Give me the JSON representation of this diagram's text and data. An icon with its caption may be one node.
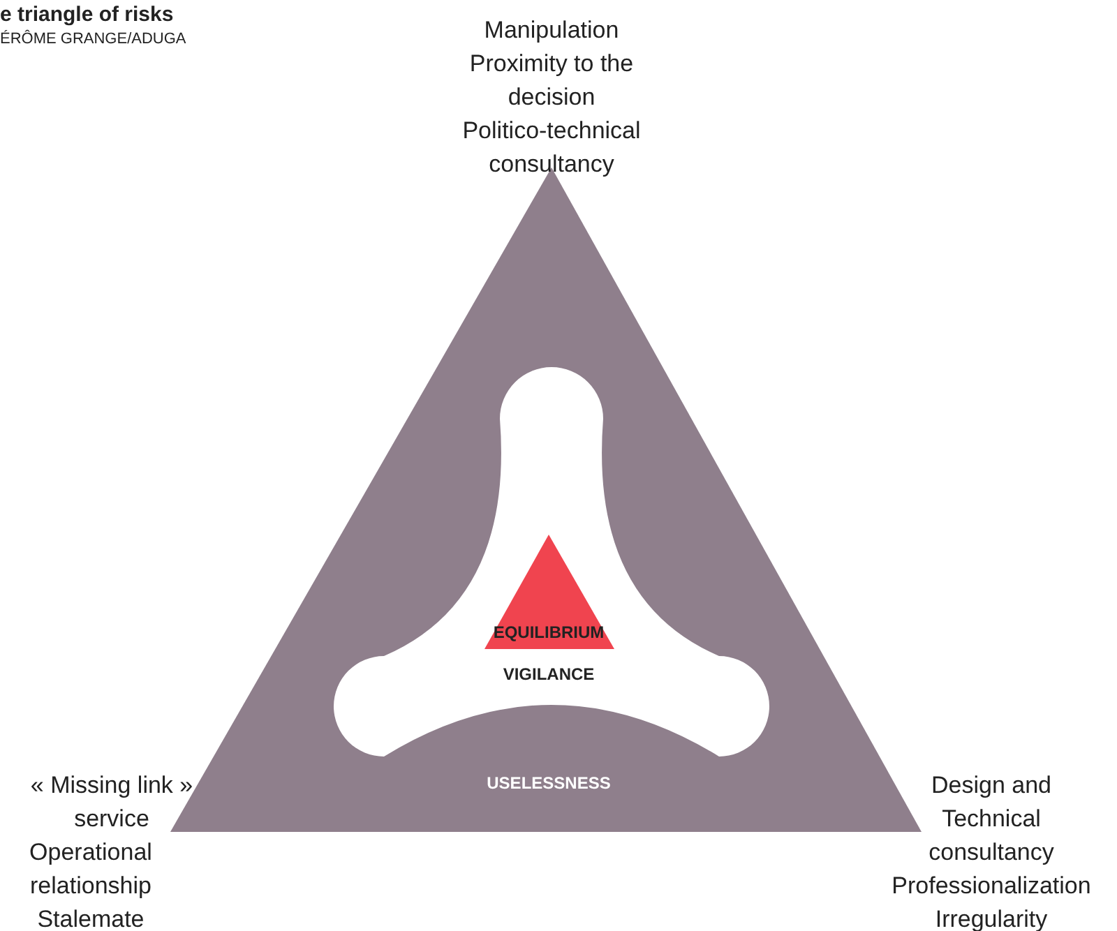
{
  "diagram": {
    "title": "e triangle of risks",
    "labels": [
      "ÉRÔME GRANGE/ADUGA",
      "Manipulation",
      "Proximity to the decision",
      "Politico-technical consultancy",
      "EQUILIBRIUM",
      "VIGILANCE",
      "USELESSNESS",
      "« Missing link » service",
      "Operational relationship",
      "Stalemate",
      "Design and Technical consultancy",
      "Professionalization",
      "Irregularity"
    ]
  }
}
